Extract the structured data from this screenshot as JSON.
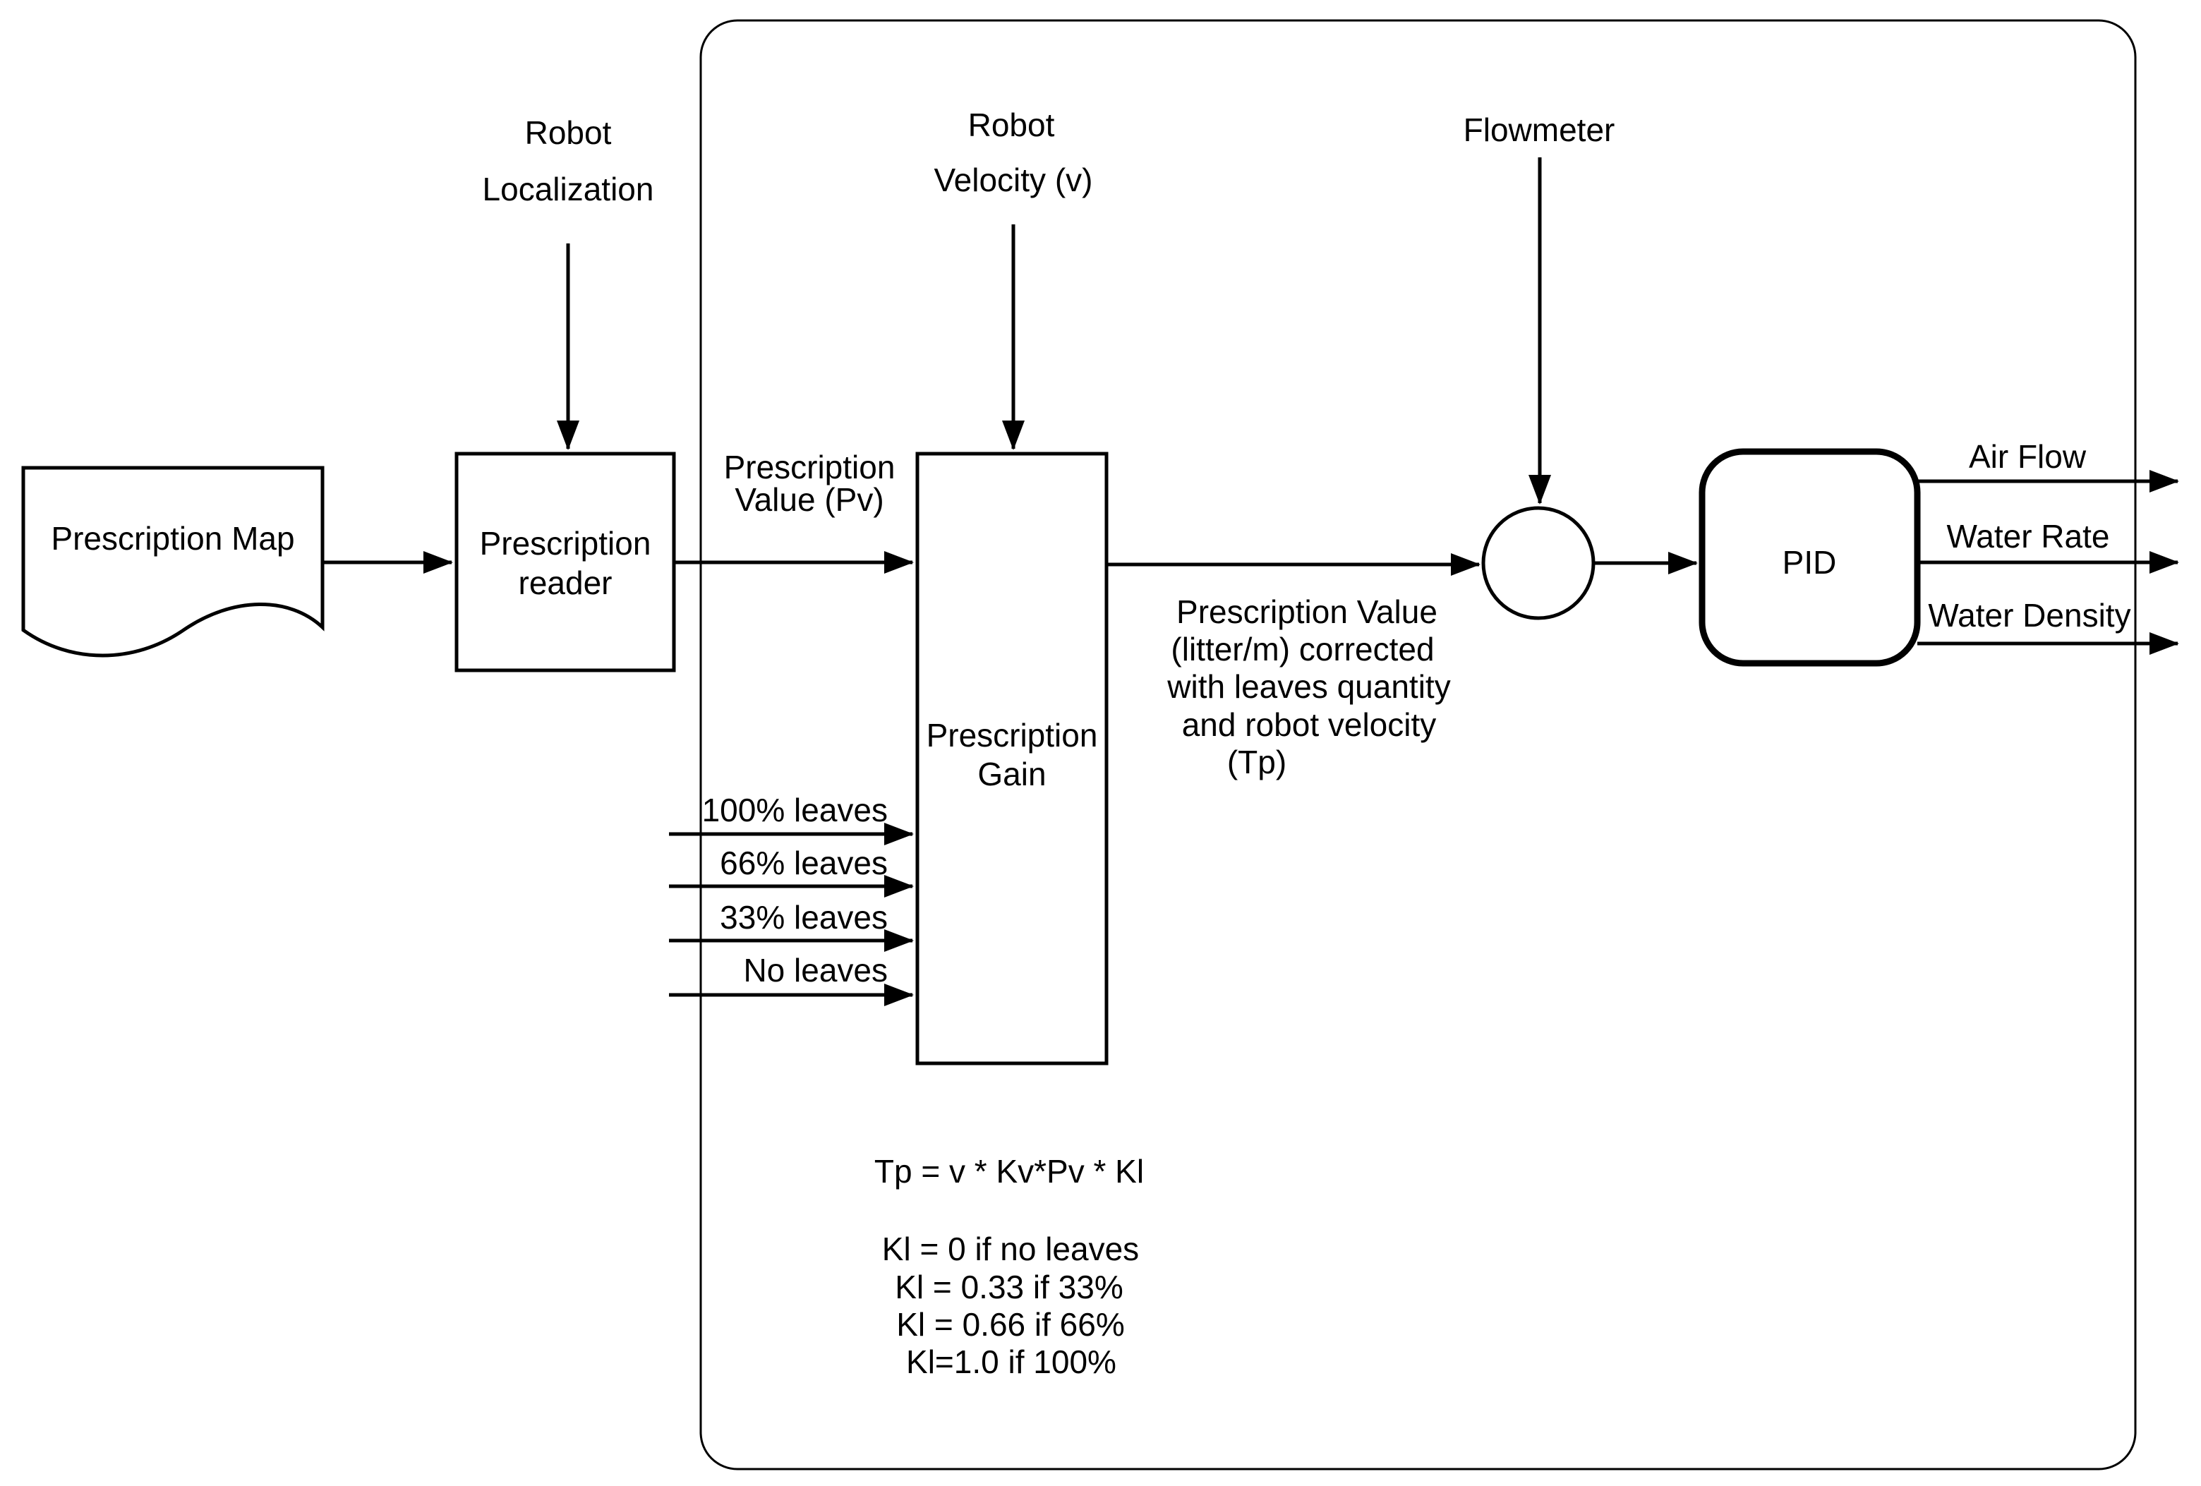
{
  "diagram": {
    "background": "#ffffff",
    "stroke_color": "#000000",
    "nodes": {
      "prescription_map": {
        "label": "Prescription Map"
      },
      "prescription_reader": {
        "lines": [
          "Prescription",
          "reader"
        ]
      },
      "prescription_gain": {
        "lines": [
          "Prescription",
          "Gain"
        ]
      },
      "pid": {
        "label": "PID"
      }
    },
    "external_inputs": {
      "robot_localization": {
        "lines": [
          "Robot",
          "Localization"
        ]
      },
      "robot_velocity": {
        "lines": [
          "Robot",
          "Velocity (v)"
        ]
      },
      "flowmeter": {
        "label": "Flowmeter"
      }
    },
    "signals": {
      "prescription_value": {
        "lines": [
          "Prescription",
          "Value (Pv)"
        ]
      },
      "corrected_value": {
        "lines": [
          "Prescription Value",
          "(litter/m) corrected",
          "with leaves quantity",
          "and robot velocity",
          "(Tp)"
        ]
      },
      "leaves_levels": [
        "100% leaves",
        "66% leaves",
        "33% leaves",
        "No leaves"
      ],
      "outputs": [
        "Air Flow",
        "Water Rate",
        "Water Density"
      ]
    },
    "equations": {
      "formula": "Tp =  v * Kv*Pv * Kl",
      "cases": [
        "Kl = 0 if no leaves",
        "Kl = 0.33 if 33%",
        "Kl = 0.66 if 66%",
        "Kl=1.0 if 100%"
      ]
    }
  }
}
